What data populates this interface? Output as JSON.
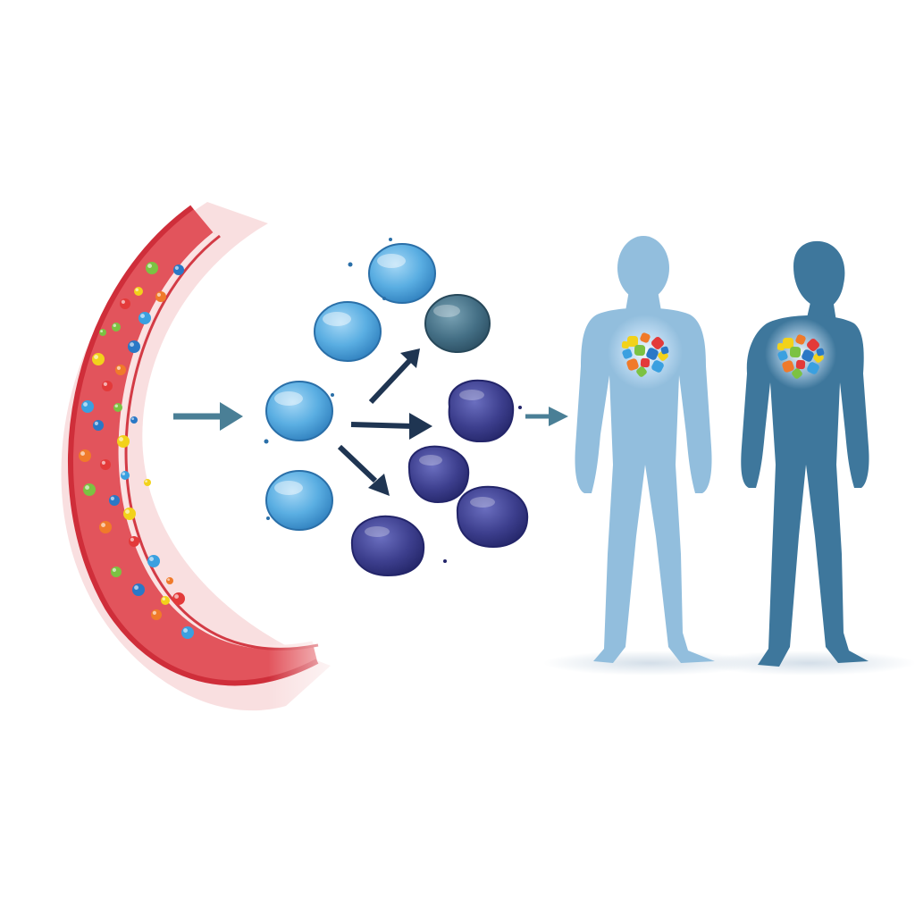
{
  "colors": {
    "background": "#ffffff",
    "vessel_wall": "#d8323f",
    "vessel_lumen": "#e2545c",
    "vessel_highlight": "#fbe3e3",
    "arrow_slate": "#4a7f96",
    "arrow_navy": "#1f3552",
    "cell_light_blue": "#5aaee2",
    "cell_teal": "#3f6f85",
    "cell_indigo": "#3d3f8e",
    "figure_light": "#92bedd",
    "figure_dark": "#3e779c",
    "shadow": "#dde6ee"
  },
  "particle_colors": [
    "#7cc242",
    "#2a78c6",
    "#f2d21b",
    "#f07a2a",
    "#e33a3a",
    "#3aa0e0"
  ],
  "cells": {
    "undifferentiated": [
      {
        "kind": "progenitor",
        "color": "cell_light_blue"
      },
      {
        "kind": "progenitor",
        "color": "cell_light_blue"
      },
      {
        "kind": "progenitor",
        "color": "cell_light_blue"
      },
      {
        "kind": "progenitor",
        "color": "cell_light_blue"
      }
    ],
    "differentiated": [
      {
        "kind": "intermediate",
        "color": "cell_teal"
      },
      {
        "kind": "mature",
        "color": "cell_indigo"
      },
      {
        "kind": "mature",
        "color": "cell_indigo"
      },
      {
        "kind": "mature",
        "color": "cell_indigo"
      },
      {
        "kind": "mature",
        "color": "cell_indigo"
      }
    ]
  },
  "figures": [
    {
      "name": "figure-light",
      "color": "figure_light"
    },
    {
      "name": "figure-dark",
      "color": "figure_dark"
    }
  ]
}
